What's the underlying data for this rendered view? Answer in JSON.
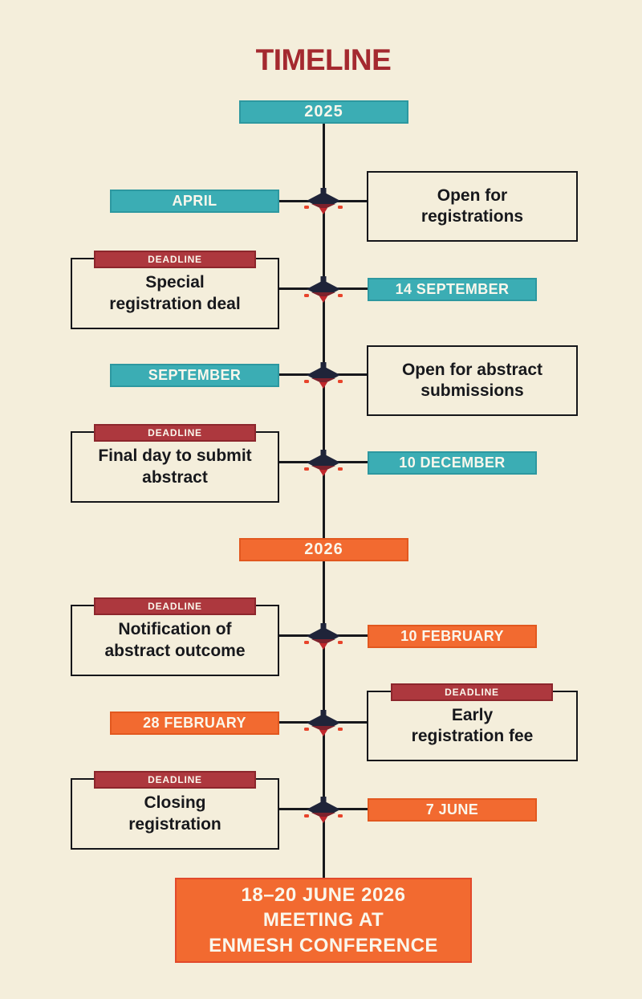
{
  "title": "TIMELINE",
  "years": {
    "start": "2025",
    "mid": "2026"
  },
  "rows": [
    {
      "accent": "teal",
      "date": "APRIL",
      "date_side": "left",
      "event": "Open for\nregistrations",
      "event_side": "right"
    },
    {
      "accent": "teal",
      "date": "14 SEPTEMBER",
      "date_side": "right",
      "tag": "DEADLINE",
      "event": "Special\nregistration deal",
      "event_side": "left"
    },
    {
      "accent": "teal",
      "date": "SEPTEMBER",
      "date_side": "left",
      "event": "Open for abstract\nsubmissions",
      "event_side": "right"
    },
    {
      "accent": "teal",
      "date": "10 DECEMBER",
      "date_side": "right",
      "tag": "DEADLINE",
      "event": "Final day to submit\nabstract",
      "event_side": "left"
    },
    {
      "accent": "orange",
      "date": "10 FEBRUARY",
      "date_side": "right",
      "tag": "DEADLINE",
      "event": "Notification of\nabstract outcome",
      "event_side": "left"
    },
    {
      "accent": "orange",
      "date": "28 FEBRUARY",
      "date_side": "left",
      "tag": "DEADLINE",
      "event": "Early\nregistration fee",
      "event_side": "right"
    },
    {
      "accent": "orange",
      "date": "7 JUNE",
      "date_side": "right",
      "tag": "DEADLINE",
      "event": "Closing\nregistration",
      "event_side": "left"
    }
  ],
  "footer": {
    "text": "18–20 JUNE 2026\nMEETING AT\nENMESH CONFERENCE"
  },
  "colors": {
    "background": "#f4eedb",
    "teal": "#3badb4",
    "orange": "#f26a30",
    "deadline_red": "#ad383e",
    "title_red": "#a4292f",
    "node_navy": "#1f2439",
    "node_red": "#7d222c",
    "accent_red": "#e8432a",
    "line_black": "#17181c",
    "text_light": "#faf7ec"
  }
}
